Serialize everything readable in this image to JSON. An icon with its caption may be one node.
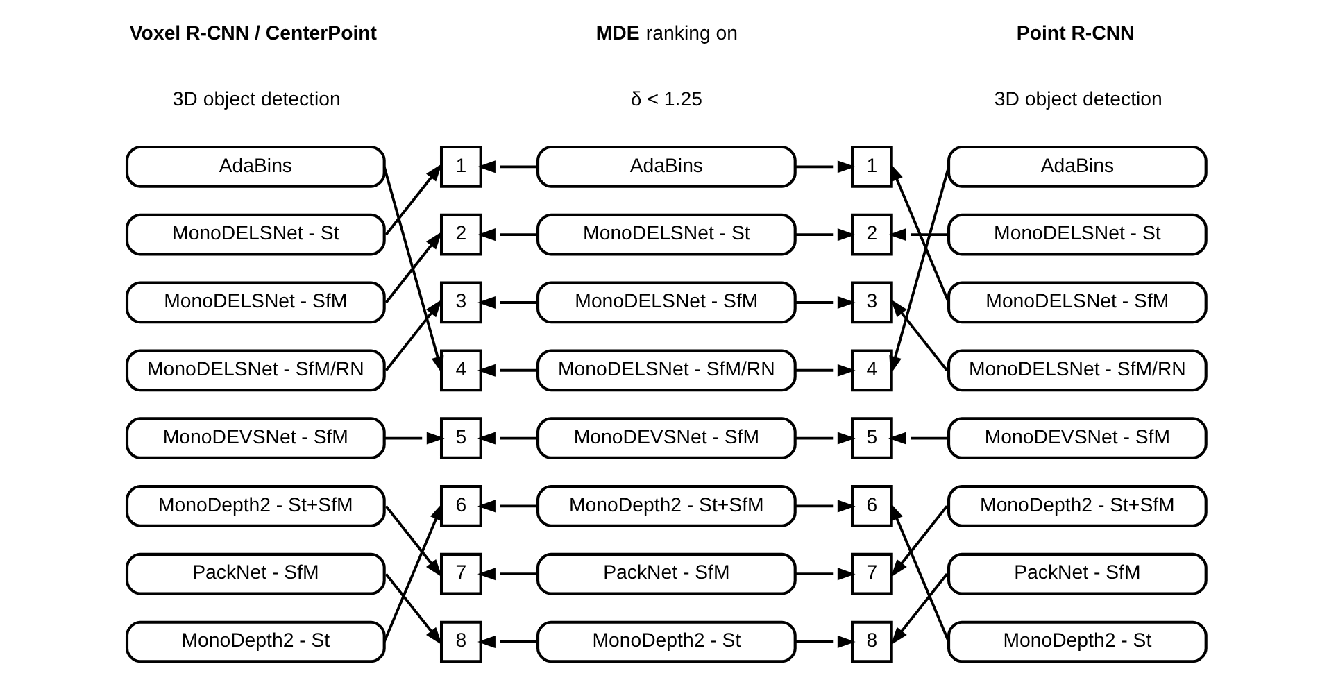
{
  "diagram": {
    "nodes": [
      {
        "text": [
          "AdaBins"
        ]
      },
      {
        "text": [
          "MonoDELSNet - St"
        ]
      },
      {
        "text": [
          "MonoDELSNet - SfM"
        ]
      },
      {
        "text": [
          "MonoDELSNet - SfM/RN"
        ]
      },
      {
        "text": [
          "MonoDEVSNet - SfM"
        ]
      },
      {
        "text": [
          "MonoDepth2 - St+SfM"
        ]
      },
      {
        "text": [
          "PackNet - SfM"
        ]
      },
      {
        "text": [
          "MonoDepth2 - St"
        ]
      },
      {
        "text": [
          "1"
        ]
      },
      {
        "text": [
          "2"
        ]
      },
      {
        "text": [
          "3"
        ]
      },
      {
        "text": [
          "4"
        ]
      },
      {
        "text": [
          "5"
        ]
      },
      {
        "text": [
          "6"
        ]
      },
      {
        "text": [
          "7"
        ]
      },
      {
        "text": [
          "8"
        ]
      },
      {
        "text": [
          "AdaBins"
        ]
      },
      {
        "text": [
          "MonoDELSNet - St"
        ]
      },
      {
        "text": [
          "MonoDELSNet - SfM"
        ]
      },
      {
        "text": [
          "MonoDELSNet - SfM/RN"
        ]
      },
      {
        "text": [
          "MonoDEVSNet - SfM"
        ]
      },
      {
        "text": [
          "MonoDepth2 - St+SfM"
        ]
      },
      {
        "text": [
          "PackNet - SfM"
        ]
      },
      {
        "text": [
          "MonoDepth2 - St"
        ]
      },
      {
        "text": [
          "1"
        ]
      },
      {
        "text": [
          "2"
        ]
      },
      {
        "text": [
          "3"
        ]
      },
      {
        "text": [
          "4"
        ]
      },
      {
        "text": [
          "5"
        ]
      },
      {
        "text": [
          "6"
        ]
      },
      {
        "text": [
          "7"
        ]
      },
      {
        "text": [
          "8"
        ]
      },
      {
        "text": [
          "AdaBins"
        ]
      },
      {
        "text": [
          "MonoDELSNet - St"
        ]
      },
      {
        "text": [
          "MonoDELSNet - SfM"
        ]
      },
      {
        "text": [
          "MonoDELSNet - SfM/RN"
        ]
      },
      {
        "text": [
          "MonoDEVSNet - SfM"
        ]
      },
      {
        "text": [
          "MonoDepth2 - St+SfM"
        ]
      },
      {
        "text": [
          "PackNet - SfM"
        ]
      },
      {
        "text": [
          "MonoDepth2 - St"
        ]
      }
    ],
    "edges": [
      {
        "from": 0,
        "to": 11,
        "arrow": "to"
      },
      {
        "from": 1,
        "to": 8,
        "arrow": "to"
      },
      {
        "from": 2,
        "to": 9,
        "arrow": "to"
      },
      {
        "from": 3,
        "to": 10,
        "arrow": "to"
      },
      {
        "from": 4,
        "to": 12,
        "arrow": "to"
      },
      {
        "from": 5,
        "to": 14,
        "arrow": "to"
      },
      {
        "from": 6,
        "to": 15,
        "arrow": "to"
      },
      {
        "from": 7,
        "to": 13,
        "arrow": "to"
      },
      {
        "from": 16,
        "to": 8,
        "arrow": "to"
      },
      {
        "from": 16,
        "to": 24,
        "arrow": "to"
      },
      {
        "from": 17,
        "to": 9,
        "arrow": "to"
      },
      {
        "from": 17,
        "to": 25,
        "arrow": "to"
      },
      {
        "from": 18,
        "to": 10,
        "arrow": "to"
      },
      {
        "from": 18,
        "to": 26,
        "arrow": "to"
      },
      {
        "from": 19,
        "to": 11,
        "arrow": "to"
      },
      {
        "from": 19,
        "to": 27,
        "arrow": "to"
      },
      {
        "from": 20,
        "to": 12,
        "arrow": "to"
      },
      {
        "from": 20,
        "to": 28,
        "arrow": "to"
      },
      {
        "from": 21,
        "to": 13,
        "arrow": "to"
      },
      {
        "from": 21,
        "to": 29,
        "arrow": "to"
      },
      {
        "from": 22,
        "to": 14,
        "arrow": "to"
      },
      {
        "from": 22,
        "to": 30,
        "arrow": "to"
      },
      {
        "from": 23,
        "to": 15,
        "arrow": "to"
      },
      {
        "from": 23,
        "to": 31,
        "arrow": "to"
      },
      {
        "from": 32,
        "to": 27,
        "arrow": "to"
      },
      {
        "from": 33,
        "to": 25,
        "arrow": "to"
      },
      {
        "from": 34,
        "to": 24,
        "arrow": "to"
      },
      {
        "from": 35,
        "to": 26,
        "arrow": "to"
      },
      {
        "from": 36,
        "to": 28,
        "arrow": "to"
      },
      {
        "from": 37,
        "to": 30,
        "arrow": "to"
      },
      {
        "from": 38,
        "to": 31,
        "arrow": "to"
      },
      {
        "from": 39,
        "to": 29,
        "arrow": "to"
      }
    ],
    "labels": [
      "Voxel R-CNN / CenterPoint",
      "**MDE** ranking on",
      "Point R-CNN",
      "3D object detection",
      "δ < 1.25",
      "3D object detection"
    ]
  }
}
